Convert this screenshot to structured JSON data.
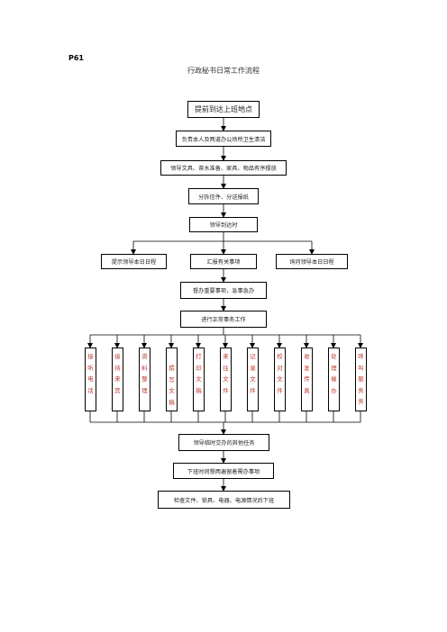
{
  "page_label": "P61",
  "title": "行政秘书日常工作流程",
  "steps": {
    "s1": "提前到达上班地点",
    "s2": "负责本人及两道办公场所卫生清洁",
    "s3": "领导文具、茶水准备、家具、物品有序摆放",
    "s4": "分拆信件、分送报纸",
    "s5": "领导到达时",
    "s9": "督办重要事项，急事急办",
    "s10": "进行正常事务工作",
    "s11": "领导临时交办的其他任务",
    "s12": "下班时间想两遍留着需办事项",
    "s13": "检查文件、锁具、电器、电源情况后下班"
  },
  "branches": {
    "b1": "提示领导本日日程",
    "b2": "汇报有关事项",
    "b3": "询问领导本日日程"
  },
  "tasks": [
    "接听电话",
    "接待来宾",
    "资料整理",
    "撰写文稿",
    "打印文稿",
    "来往文件",
    "记录文件",
    "校对文件",
    "收发传真",
    "处理催办",
    "呼叫服务务"
  ]
}
